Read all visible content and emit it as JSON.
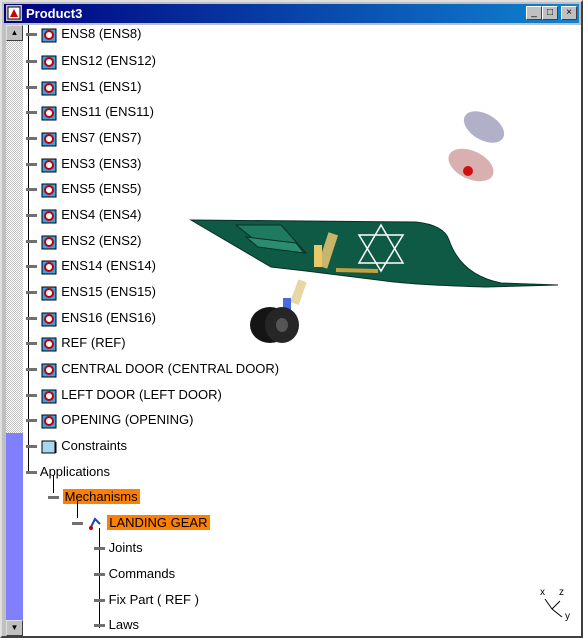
{
  "window": {
    "title": "Product3",
    "buttons": {
      "minimize": "_",
      "maximize": "□",
      "close": "×"
    }
  },
  "tree": {
    "parts": [
      {
        "label": "ENS8 (ENS8)"
      },
      {
        "label": "ENS12 (ENS12)"
      },
      {
        "label": "ENS1 (ENS1)"
      },
      {
        "label": "ENS11 (ENS11)"
      },
      {
        "label": "ENS7 (ENS7)"
      },
      {
        "label": "ENS3 (ENS3)"
      },
      {
        "label": "ENS5 (ENS5)"
      },
      {
        "label": "ENS4 (ENS4)"
      },
      {
        "label": "ENS2 (ENS2)"
      },
      {
        "label": "ENS14 (ENS14)"
      },
      {
        "label": "ENS15 (ENS15)"
      },
      {
        "label": "ENS16 (ENS16)"
      },
      {
        "label": "REF (REF)"
      },
      {
        "label": "CENTRAL DOOR (CENTRAL DOOR)"
      },
      {
        "label": "LEFT DOOR (LEFT DOOR)"
      },
      {
        "label": "OPENING (OPENING)"
      }
    ],
    "constraints": "Constraints",
    "applications": "Applications",
    "mechanisms": "Mechanisms",
    "mechanism": "LANDING GEAR",
    "mechanism_children": [
      "Joints",
      "Commands",
      "Fix Part ( REF )",
      "Laws"
    ]
  },
  "axis_labels": {
    "x": "x",
    "y": "y",
    "z": "z"
  },
  "colors": {
    "title_start": "#000080",
    "title_end": "#1084d0",
    "highlight": "#ff8000",
    "wing": "#0f5a45",
    "scroll_thumb": "#8080ff"
  },
  "icons": {
    "part": "part-icon",
    "constraints": "constraints-icon",
    "mechanism": "mechanism-icon"
  }
}
